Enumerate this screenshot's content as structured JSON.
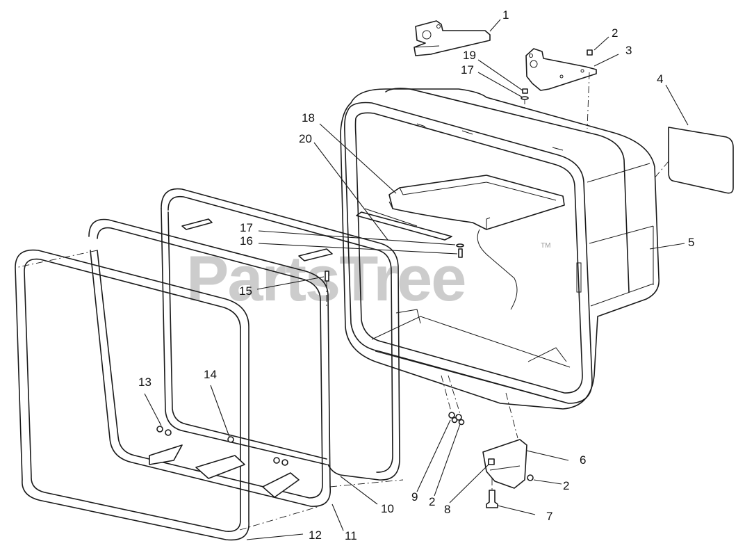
{
  "watermark": {
    "text": "PartsTree",
    "trademark": "TM"
  },
  "callouts": [
    {
      "id": "c1",
      "label": "1"
    },
    {
      "id": "c2a",
      "label": "2"
    },
    {
      "id": "c3",
      "label": "3"
    },
    {
      "id": "c19",
      "label": "19"
    },
    {
      "id": "c17a",
      "label": "17"
    },
    {
      "id": "c4",
      "label": "4"
    },
    {
      "id": "c18",
      "label": "18"
    },
    {
      "id": "c20",
      "label": "20"
    },
    {
      "id": "c17b",
      "label": "17"
    },
    {
      "id": "c16",
      "label": "16"
    },
    {
      "id": "c15",
      "label": "15"
    },
    {
      "id": "c5",
      "label": "5"
    },
    {
      "id": "c13",
      "label": "13"
    },
    {
      "id": "c14",
      "label": "14"
    },
    {
      "id": "c6",
      "label": "6"
    },
    {
      "id": "c2b",
      "label": "2"
    },
    {
      "id": "c9",
      "label": "9"
    },
    {
      "id": "c2c",
      "label": "2"
    },
    {
      "id": "c8",
      "label": "8"
    },
    {
      "id": "c7",
      "label": "7"
    },
    {
      "id": "c10",
      "label": "10"
    },
    {
      "id": "c11",
      "label": "11"
    },
    {
      "id": "c12",
      "label": "12"
    }
  ]
}
